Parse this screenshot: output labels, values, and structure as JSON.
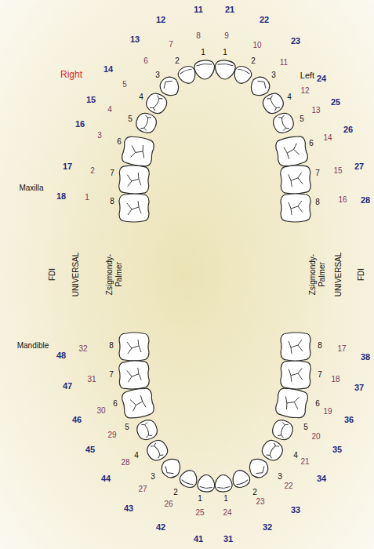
{
  "diagram": {
    "labels": [
      "Right",
      "Left",
      "Maxilla",
      "Mandible",
      "FDI",
      "UNIVERSAL",
      "Zsigmondy- Palmer",
      "Zsigmondy- Palmer",
      "UNIVERSAL",
      "FDI",
      "18",
      "17",
      "16",
      "15",
      "14",
      "13",
      "12",
      "11",
      "21",
      "22",
      "23",
      "24",
      "25",
      "26",
      "27",
      "28",
      "1",
      "2",
      "3",
      "4",
      "5",
      "6",
      "7",
      "8",
      "9",
      "10",
      "11",
      "12",
      "13",
      "14",
      "15",
      "16",
      "8",
      "7",
      "6",
      "5",
      "4",
      "3",
      "2",
      "1",
      "1",
      "2",
      "3",
      "4",
      "5",
      "6",
      "7",
      "8",
      "8",
      "7",
      "6",
      "5",
      "4",
      "3",
      "2",
      "1",
      "1",
      "2",
      "3",
      "4",
      "5",
      "6",
      "7",
      "8",
      "32",
      "31",
      "30",
      "29",
      "28",
      "27",
      "26",
      "25",
      "24",
      "23",
      "22",
      "21",
      "20",
      "19",
      "18",
      "17",
      "48",
      "47",
      "46",
      "45",
      "44",
      "43",
      "42",
      "41",
      "31",
      "32",
      "33",
      "34",
      "35",
      "36",
      "37",
      "38"
    ]
  }
}
